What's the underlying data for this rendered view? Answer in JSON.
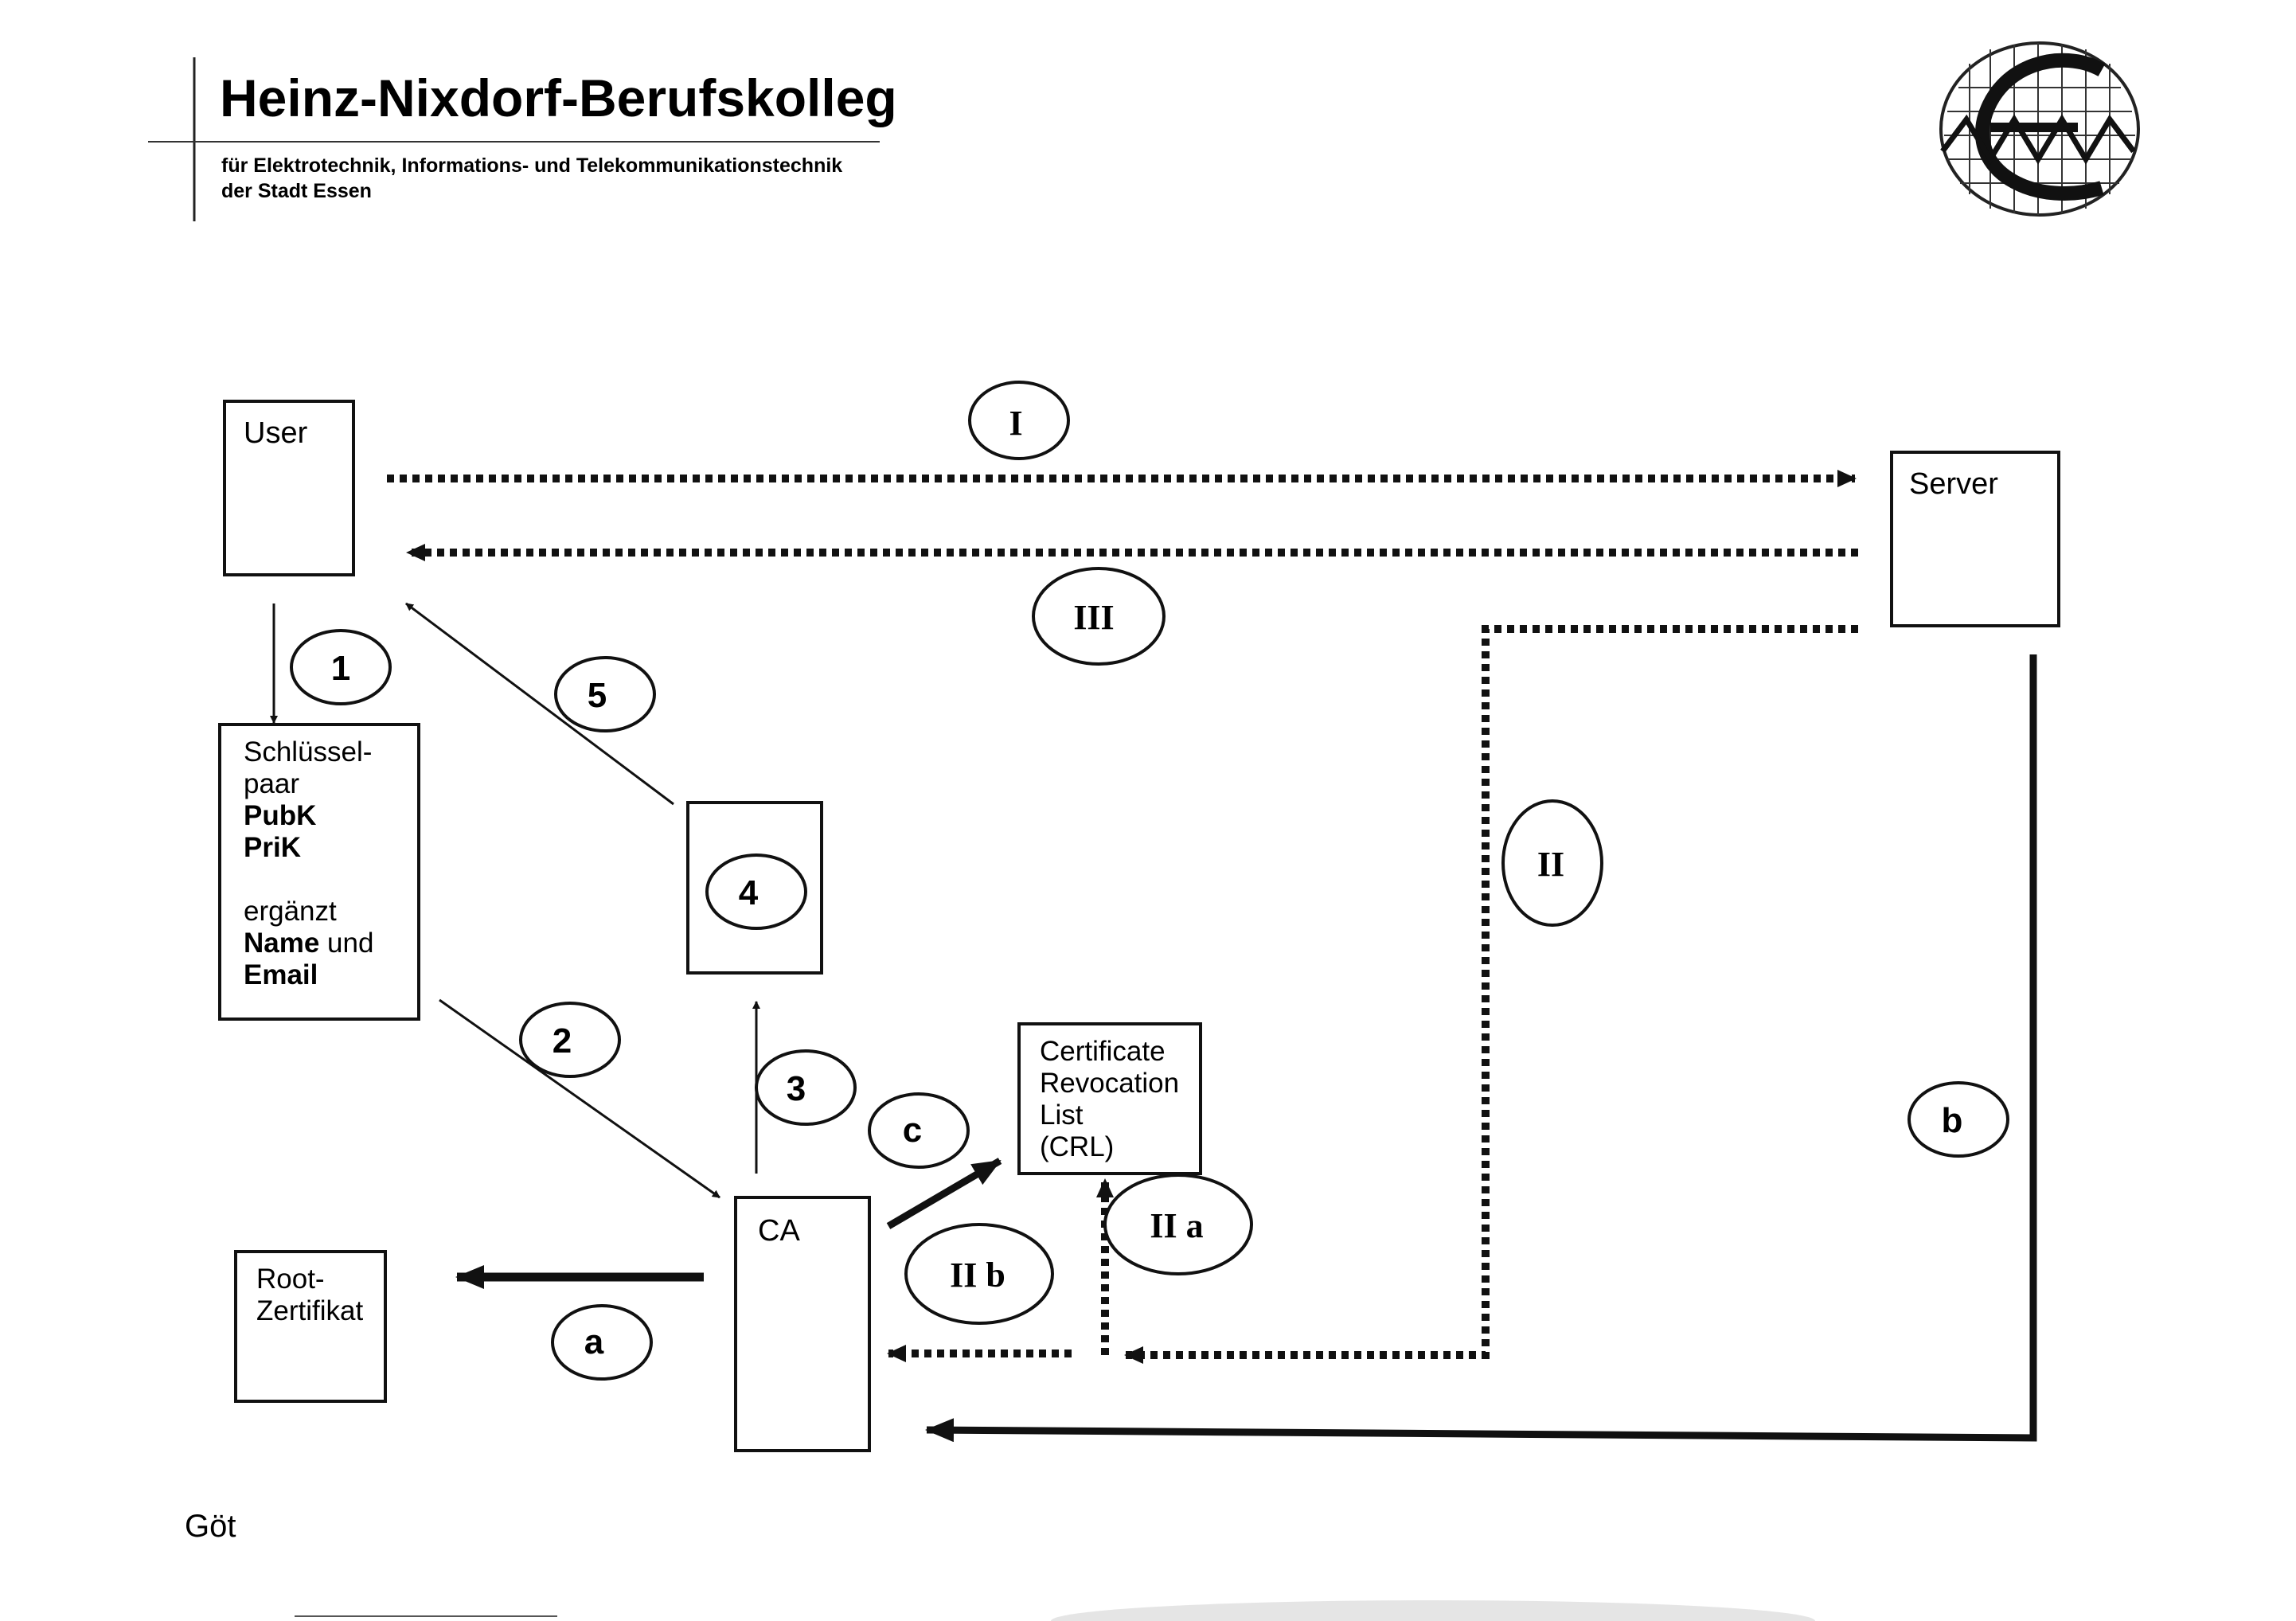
{
  "header": {
    "title": "Heinz-Nixdorf-Berufskolleg",
    "subtitle_line1": "für Elektrotechnik, Informations- und Telekommunikationstechnik",
    "subtitle_line2": "der Stadt Essen"
  },
  "nodes": {
    "user": "User",
    "server": "Server",
    "keypair": {
      "line1": "Schlüssel-",
      "line2": "paar",
      "line3": "PubK",
      "line4": "PriK",
      "line5": "ergänzt",
      "line6a": "Name",
      "line6b": " und",
      "line7": "Email"
    },
    "crl": {
      "line1": "Certificate",
      "line2": "Revocation",
      "line3": "List",
      "line4": "(CRL)"
    },
    "ca": "CA",
    "root": {
      "line1": "Root-",
      "line2": "Zertifikat"
    }
  },
  "step_labels": {
    "s1": "1",
    "s2": "2",
    "s3": "3",
    "s4": "4",
    "s5": "5",
    "sI": "I",
    "sII": "II",
    "sIII": "III",
    "sIIa": "II a",
    "sIIb": "II b",
    "sa": "a",
    "sb": "b",
    "sc": "c"
  },
  "footer": "Göt"
}
